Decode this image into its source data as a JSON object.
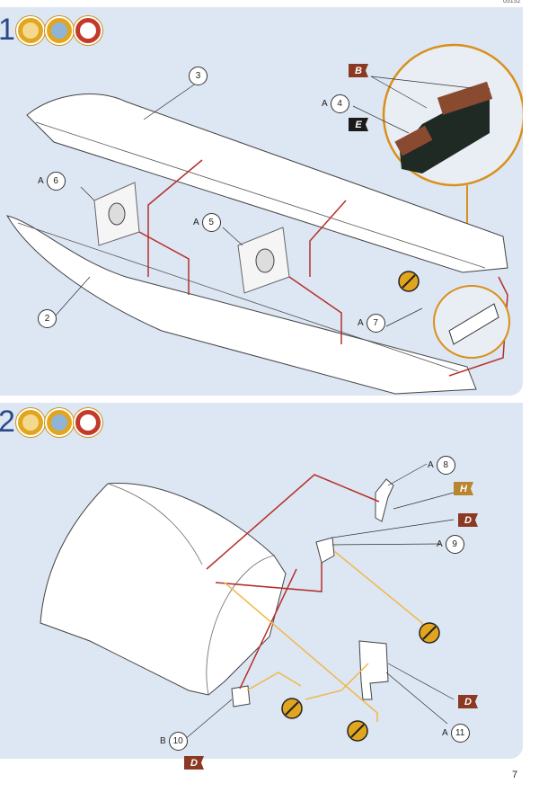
{
  "page": {
    "number": "7",
    "code": "05152"
  },
  "steps": [
    {
      "number": "1"
    },
    {
      "number": "2"
    }
  ],
  "step1_labels": {
    "part3": "3",
    "part4": {
      "letter": "A",
      "num": "4"
    },
    "part6": {
      "letter": "A",
      "num": "6"
    },
    "part5": {
      "letter": "A",
      "num": "5"
    },
    "part2": "2",
    "part7": {
      "letter": "A",
      "num": "7"
    },
    "flag_b": "B",
    "flag_e": "E"
  },
  "step2_labels": {
    "part8": {
      "letter": "A",
      "num": "8"
    },
    "part9": {
      "letter": "A",
      "num": "9"
    },
    "part10": {
      "letter": "B",
      "num": "10"
    },
    "part11": {
      "letter": "A",
      "num": "11"
    },
    "flag_h": "H",
    "flag_d1": "D",
    "flag_d2": "D",
    "flag_d3": "D"
  },
  "colors": {
    "panel_bg": "#dde6f3",
    "red_line": "#b5302a",
    "orange_line": "#f0b84a",
    "callout_ring": "#d9901a",
    "brown_flag": "#8a3a22",
    "tan_flag": "#b8862e"
  },
  "icons": [
    "cutter-icon",
    "glue-icon",
    "clock-icon"
  ]
}
